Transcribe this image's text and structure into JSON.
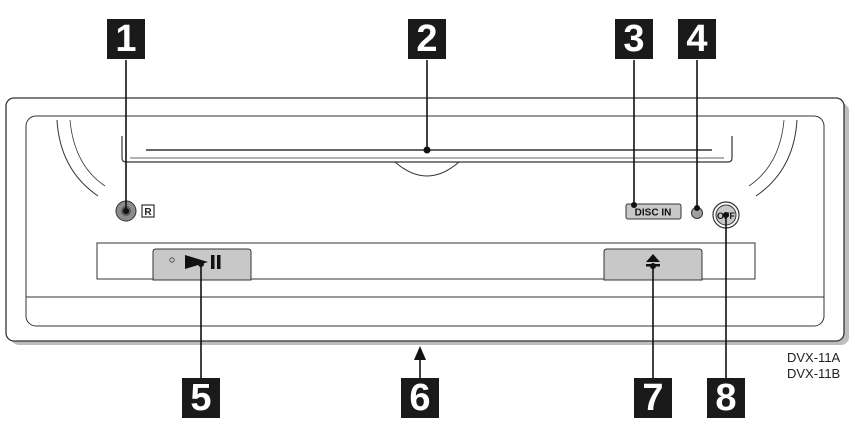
{
  "figure": {
    "callouts": [
      "1",
      "2",
      "3",
      "4",
      "5",
      "6",
      "7",
      "8"
    ],
    "models": [
      "DVX-11A",
      "DVX-11B"
    ]
  },
  "unit": {
    "disc_in_label": "DISC IN",
    "off_label": "OFF",
    "ir_symbol": "R",
    "play_pause_symbol": "►II",
    "eject_symbol": "⏏"
  },
  "colors": {
    "outline": "#333333",
    "faceplate": "#ffffff",
    "shadow": "#bdbdbd",
    "callout_bg": "#1a1a1a",
    "callout_text": "#ffffff",
    "button_fill": "#c8c8c8",
    "sensor_fill": "#8c8c8c",
    "led_fill": "#a0a0a0"
  }
}
